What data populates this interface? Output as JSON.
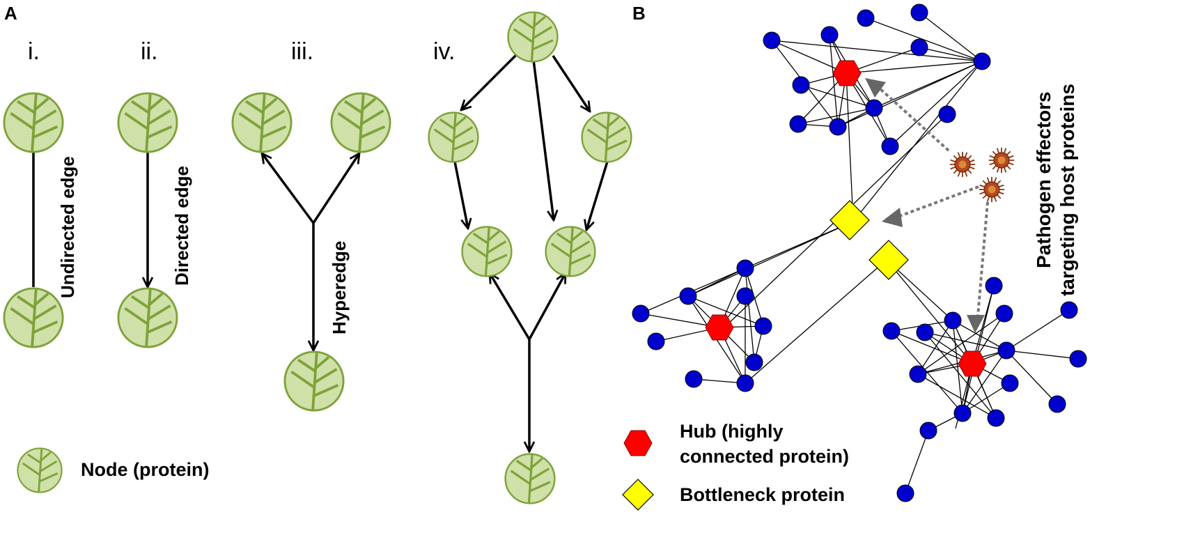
{
  "panels": {
    "a": "A",
    "b": "B"
  },
  "subpanels": {
    "i": "i.",
    "ii": "ii.",
    "iii": "iii.",
    "iv": "iv."
  },
  "edge_labels": {
    "undirected": "Undirected edge",
    "directed": "Directed edge",
    "hyperedge": "Hyperedge"
  },
  "legend": {
    "node": "Node (protein)",
    "hub_line1": "Hub (highly",
    "hub_line2": "connected protein)",
    "bottleneck": "Bottleneck protein"
  },
  "effector_label": {
    "line1": "Pathogen effectors",
    "line2": "targeting host proteins"
  },
  "colors": {
    "leaf_fill": "#cfe0a8",
    "leaf_vein": "#7ea23a",
    "node_blue": "#0000cc",
    "hub_red": "#ff0000",
    "bottleneck_yellow": "#ffff00",
    "effector": "#b5471e",
    "dashed_arrow": "#777777"
  },
  "icons": {
    "protein_node": "leaf-icon",
    "hub": "hexagon-icon",
    "bottleneck": "diamond-icon",
    "effector": "spiky-pathogen-icon"
  }
}
